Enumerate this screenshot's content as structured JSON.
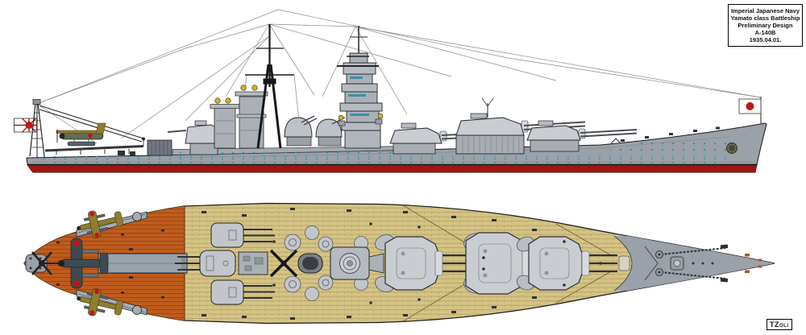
{
  "title_box": {
    "lines": [
      "Imperial Japanese Navy",
      "Yamato class Battleship",
      "Preliminary Design",
      "A-140B",
      "1935.04.01."
    ]
  },
  "signature": {
    "text": "TZoli"
  },
  "palette": {
    "hull_gray": "#9aa1a8",
    "structure_gray": "#b6bbc1",
    "turret_gray": "#c9cdd1",
    "waterline_red": "#a01512",
    "boot_top_black": "#101010",
    "wood_deck_tan": "#d5c385",
    "wood_plank_line": "#b3a165",
    "aircraft_deck_orange": "#bf5c1d",
    "orange_plank_line": "#8a4516",
    "elevator_gray": "#9aa2aa",
    "porthole_teal": "#3b8fa8",
    "searchlight_yellow": "#d2af1e",
    "flag_red": "#c01615",
    "mast_black": "#17181a",
    "seaplane_olive": "#8f7d2e",
    "seaplane_dark": "#3e4a52"
  }
}
